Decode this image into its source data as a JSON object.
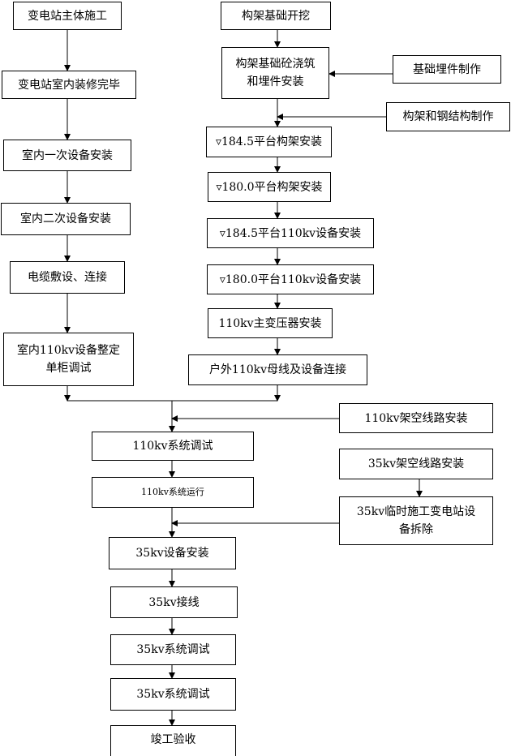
{
  "nodes": {
    "main_construction": "变电站主体施工",
    "indoor_decoration": "变电站室内装修完毕",
    "indoor_primary": "室内一次设备安装",
    "indoor_secondary": "室内二次设备安装",
    "cable_laying": "电缆敷设、连接",
    "indoor_110kv_adjust_l1": "室内110kv设备整定",
    "indoor_110kv_adjust_l2": "单柜调试",
    "frame_excavation": "构架基础开挖",
    "frame_pouring_l1": "构架基础砼浇筑",
    "frame_pouring_l2": "和埋件安装",
    "embedded_fab": "基础埋件制作",
    "steel_fab": "构架和钢结构制作",
    "frame_1845": "▿184.5平台构架安装",
    "frame_1800": "▿180.0平台构架安装",
    "equip_1845": "▿184.5平台110kv设备安装",
    "equip_1800": "▿180.0平台110kv设备安装",
    "main_transformer": "110kv主变压器安装",
    "outdoor_bus": "户外110kv母线及设备连接",
    "overhead_110kv": "110kv架空线路安装",
    "system_test_110kv": "110kv系统调试",
    "system_run_110kv": "110kv系统运行",
    "overhead_35kv": "35kv架空线路安装",
    "temp_removal_l1": "35kv临时施工变电站设",
    "temp_removal_l2": "备拆除",
    "equip_35kv": "35kv设备安装",
    "wiring_35kv": "35kv接线",
    "system_test_35kv_1": "35kv系统调试",
    "system_test_35kv_2": "35kv系统调试",
    "completion": "竣工验收"
  }
}
